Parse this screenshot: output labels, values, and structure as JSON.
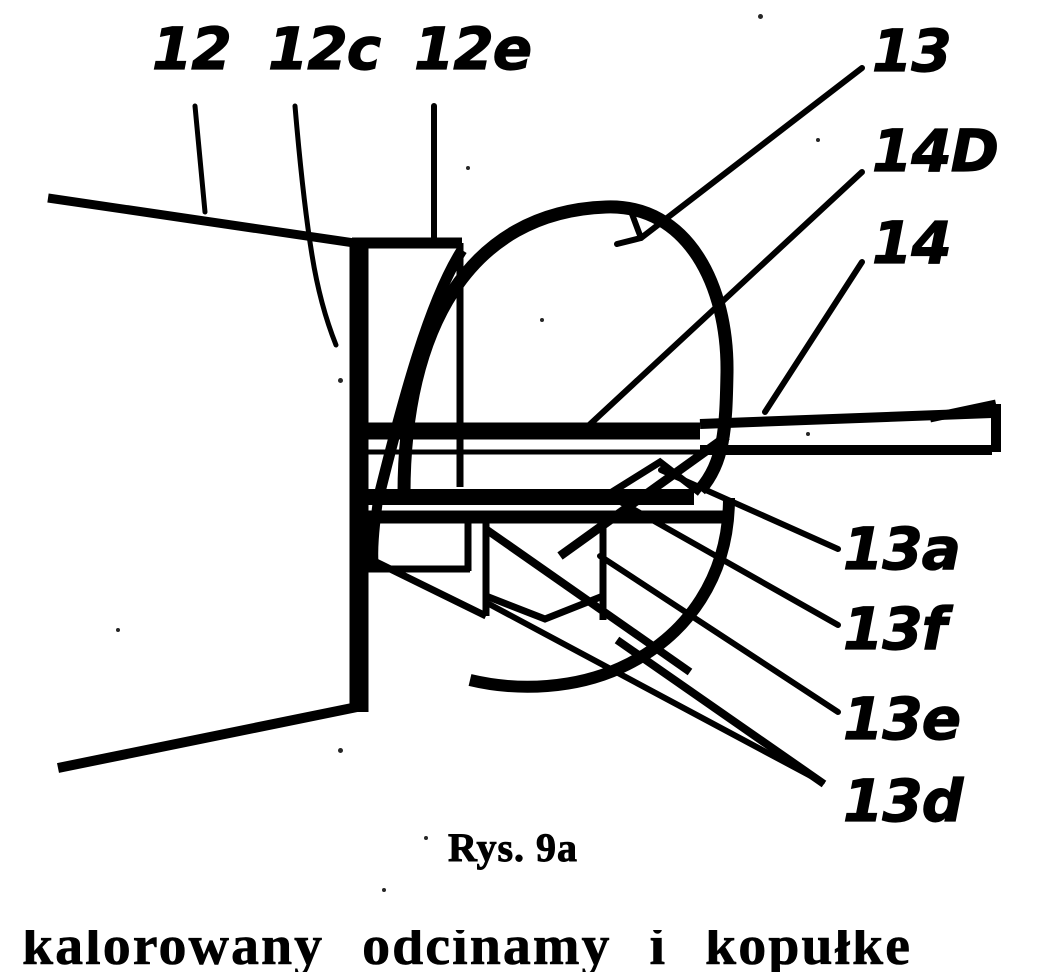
{
  "figure": {
    "caption": "Rys. 9a",
    "caption_number": "9a",
    "type": "patent-line-drawing",
    "background_color": "#ffffff",
    "ink_color": "#000000"
  },
  "callouts": {
    "top": [
      {
        "id": "12",
        "label": "12"
      },
      {
        "id": "12c",
        "label": "12c"
      },
      {
        "id": "12e",
        "label": "12e"
      }
    ],
    "right_upper": [
      {
        "id": "13",
        "label": "13"
      },
      {
        "id": "14D",
        "label": "14D"
      },
      {
        "id": "14",
        "label": "14"
      }
    ],
    "right_lower": [
      {
        "id": "13a",
        "label": "13a"
      },
      {
        "id": "13f",
        "label": "13f"
      },
      {
        "id": "13e",
        "label": "13e"
      },
      {
        "id": "13d",
        "label": "13d"
      }
    ]
  },
  "body_text": {
    "line": "kalorowany  odcinamy  i  kopułke"
  }
}
